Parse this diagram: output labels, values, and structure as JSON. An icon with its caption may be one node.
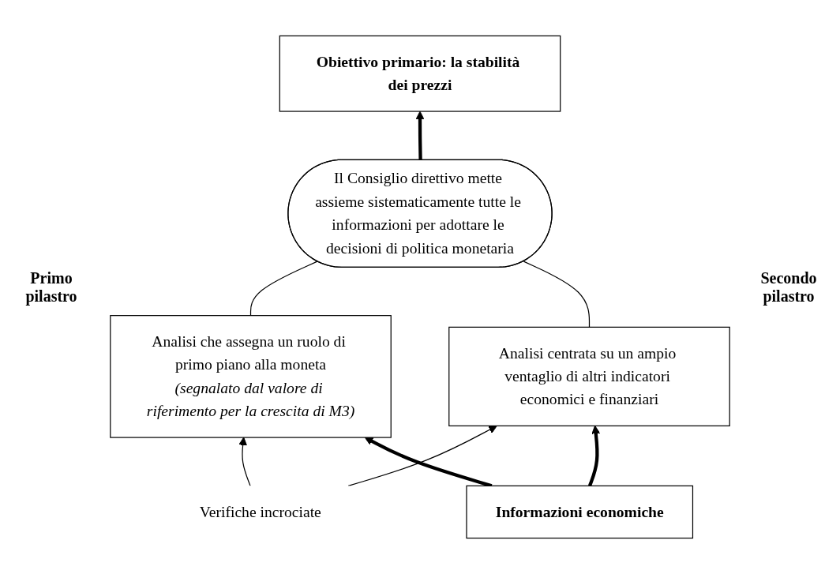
{
  "diagram": {
    "nodes": [
      {
        "text": [
          "Obiettivo primario: la stabilità dei prezzi"
        ]
      },
      {
        "text": [
          "Il Consiglio direttivo mette assieme sistematicamente tutte le informazioni per adottare le decisioni di politica monetaria"
        ]
      },
      {
        "text": [
          "Analisi che assegna un ruolo di primo piano alla moneta",
          "(segnalato dal valore di riferimento per la crescita di M3)"
        ],
        "beside": [
          "Primo pilastro"
        ]
      },
      {
        "text": [
          "Verifiche incrociate"
        ]
      },
      {
        "text": [
          "Analisi centrata su un ampio ventaglio di altri indicatori economici e finanziari"
        ],
        "beside": [
          "Secondo pilastro"
        ]
      },
      {
        "text": [
          "Informazioni economiche"
        ]
      }
    ],
    "edges": [
      {
        "from": 1,
        "to": 0,
        "arrow": "to",
        "style": "thick"
      },
      {
        "from": 2,
        "to": 1,
        "arrow": "none"
      },
      {
        "from": 4,
        "to": 1,
        "arrow": "none"
      },
      {
        "from": 3,
        "to": 2,
        "arrow": "to"
      },
      {
        "from": 3,
        "to": 4,
        "arrow": "to"
      },
      {
        "from": 5,
        "to": 2,
        "arrow": "to",
        "style": "thick"
      },
      {
        "from": 5,
        "to": 4,
        "arrow": "to",
        "style": "thick"
      }
    ]
  }
}
